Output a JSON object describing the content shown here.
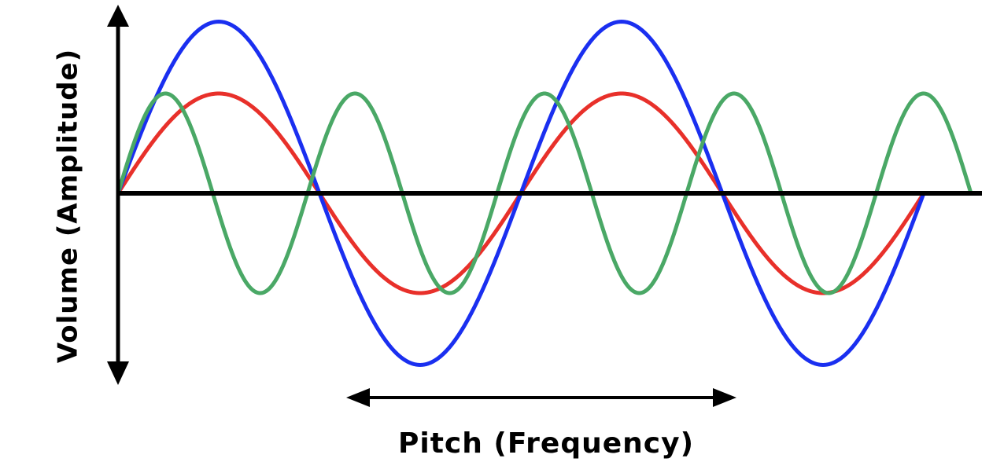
{
  "labels": {
    "y_axis": "Volume (Amplitude)",
    "x_axis": "Pitch (Frequency)"
  },
  "colors": {
    "axis": "#000000",
    "wave_red": "#e8302a",
    "wave_blue": "#1a2ff0",
    "wave_green": "#4aa866"
  },
  "waves": [
    {
      "name": "red-wave",
      "color_key": "wave_red",
      "amplitude": 1.0,
      "cycles": 2
    },
    {
      "name": "blue-wave",
      "color_key": "wave_blue",
      "amplitude": 1.72,
      "cycles": 2
    },
    {
      "name": "green-wave",
      "color_key": "wave_green",
      "amplitude": 1.0,
      "cycles": 4.5
    }
  ]
}
